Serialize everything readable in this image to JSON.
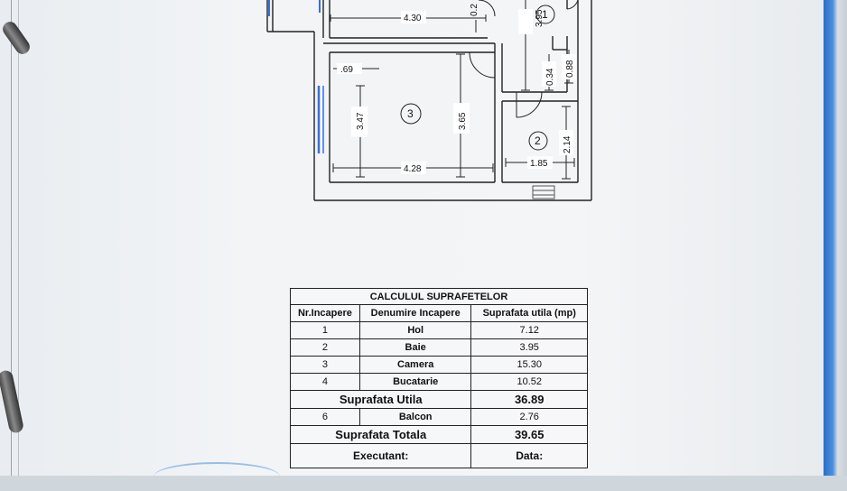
{
  "plan": {
    "dimensions": {
      "d430": "4.30",
      "d02": "0.2",
      "d395": "3.95",
      "d169": ".69",
      "d347": "3.47",
      "d365": "3.65",
      "d428": "4.28",
      "d034": "0.34",
      "d088": "0.88",
      "d214": "2.14",
      "d185": "1.85"
    },
    "room_numbers": {
      "r1": "1",
      "r2": "2",
      "r3": "3"
    }
  },
  "table": {
    "title": "CALCULUL SUPRAFETELOR",
    "headers": [
      "Nr.Incapere",
      "Denumire Incapere",
      "Suprafata utila (mp)"
    ],
    "rows": [
      {
        "nr": "1",
        "name": "Hol",
        "area": "7.12"
      },
      {
        "nr": "2",
        "name": "Baie",
        "area": "3.95"
      },
      {
        "nr": "3",
        "name": "Camera",
        "area": "15.30"
      },
      {
        "nr": "4",
        "name": "Bucatarie",
        "area": "10.52"
      }
    ],
    "util_label": "Suprafata Utila",
    "util_value": "36.89",
    "balcon": {
      "nr": "6",
      "name": "Balcon",
      "area": "2.76"
    },
    "total_label": "Suprafata Totala",
    "total_value": "39.65",
    "executant_label": "Executant:",
    "data_label": "Data:"
  }
}
